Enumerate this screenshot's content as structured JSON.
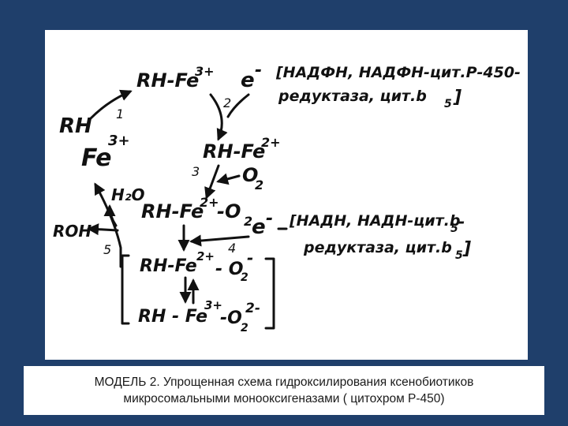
{
  "diagram": {
    "nodes": {
      "rh": "RH",
      "fe3": "Fe",
      "fe3_sup": "3+",
      "rh_fe3": "RH-Fe",
      "rh_fe3_sup": "3+",
      "electron1": "e",
      "electron1_sup": "-",
      "rh_fe2": "RH-Fe",
      "rh_fe2_sup": "2+",
      "o2": "O",
      "o2_sub": "2",
      "rh_fe2_o2": "RH-Fe",
      "rh_fe2_o2_sup": "2+",
      "rh_fe2_o2_tail": "-O",
      "rh_fe2_o2_sub": "2",
      "electron2": "e",
      "electron2_sup": "-",
      "h2o": "H₂O",
      "roh": "ROH",
      "sup_a_left": "RH-Fe",
      "sup_a_sup": "2+",
      "sup_a_right": "- O",
      "sup_a_sub": "2",
      "sup_a_charge": "-",
      "sup_b_left": "RH - Fe",
      "sup_b_sup": "3+",
      "sup_b_right": "-O",
      "sup_b_sub": "2",
      "sup_b_charge": "2-"
    },
    "donor1": {
      "line1": "[НАДФН, НАДФН-цит.Р-450-",
      "line2": "редуктаза, цит.b",
      "line2_sub": "5",
      "line2_end": "]"
    },
    "donor2": {
      "line1": "[НАДН, НАДН-цит.b",
      "line1_sub": "5",
      "line1_end": "-",
      "line2": "редуктаза, цит.b",
      "line2_sub": "5",
      "line2_end": "]"
    },
    "step_labels": [
      "1",
      "2",
      "3",
      "4",
      "5"
    ]
  },
  "caption": {
    "line1": "МОДЕЛЬ 2. Упрощенная схема гидроксилирования ксенобиотиков",
    "line2": "микросомальными монооксигеназами ( цитохром Р-450)"
  }
}
